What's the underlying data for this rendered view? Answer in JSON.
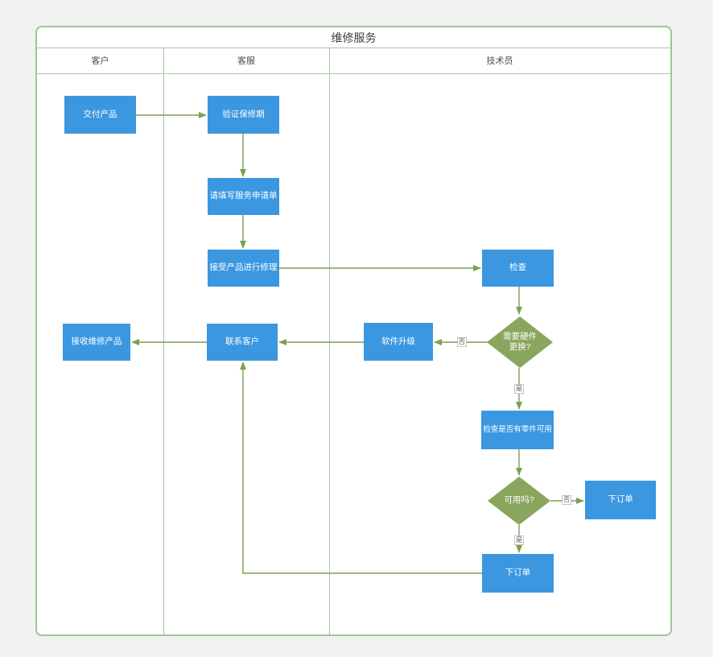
{
  "diagram": {
    "title": "维修服务",
    "lanes": [
      {
        "id": "customer",
        "label": "客户"
      },
      {
        "id": "service",
        "label": "客服"
      },
      {
        "id": "technician",
        "label": "技术员"
      }
    ],
    "colors": {
      "process_fill": "#3b97e0",
      "decision_fill": "#8aa55d",
      "connector": "#7ba14e",
      "frame_border": "#9ec698",
      "node_text": "#ffffff"
    },
    "nodes": [
      {
        "id": "deliver",
        "type": "process",
        "lane": "客户",
        "label": "交付产品"
      },
      {
        "id": "verify",
        "type": "process",
        "lane": "客服",
        "label": "验证保修期"
      },
      {
        "id": "form",
        "type": "process",
        "lane": "客服",
        "label": "请填写服务申请单"
      },
      {
        "id": "accept",
        "type": "process",
        "lane": "客服",
        "label": "接受产品进行修理"
      },
      {
        "id": "inspect",
        "type": "process",
        "lane": "技术员",
        "label": "检查"
      },
      {
        "id": "upgrade",
        "type": "process",
        "lane": "技术员",
        "label": "软件升级"
      },
      {
        "id": "contact",
        "type": "process",
        "lane": "客服",
        "label": "联系客户"
      },
      {
        "id": "receive",
        "type": "process",
        "lane": "客户",
        "label": "接收维修产品"
      },
      {
        "id": "check_parts",
        "type": "process",
        "lane": "技术员",
        "label": "检查是否有零件可用"
      },
      {
        "id": "need_hw",
        "type": "decision",
        "lane": "技术员",
        "label": "需要硬件更换?"
      },
      {
        "id": "avail",
        "type": "decision",
        "lane": "技术员",
        "label": "可用吗?"
      },
      {
        "id": "order_r",
        "type": "process",
        "lane": "技术员",
        "label": "下订单"
      },
      {
        "id": "order_b",
        "type": "process",
        "lane": "技术员",
        "label": "下订单"
      }
    ],
    "edges": [
      {
        "from": "deliver",
        "to": "verify"
      },
      {
        "from": "verify",
        "to": "form"
      },
      {
        "from": "form",
        "to": "accept"
      },
      {
        "from": "accept",
        "to": "inspect"
      },
      {
        "from": "inspect",
        "to": "need_hw"
      },
      {
        "from": "need_hw",
        "to": "upgrade",
        "label": "否"
      },
      {
        "from": "upgrade",
        "to": "contact"
      },
      {
        "from": "contact",
        "to": "receive"
      },
      {
        "from": "need_hw",
        "to": "check_parts",
        "label": "是"
      },
      {
        "from": "check_parts",
        "to": "avail"
      },
      {
        "from": "avail",
        "to": "order_r",
        "label": "否"
      },
      {
        "from": "avail",
        "to": "order_b",
        "label": "是"
      },
      {
        "from": "order_b",
        "to": "contact"
      }
    ]
  }
}
